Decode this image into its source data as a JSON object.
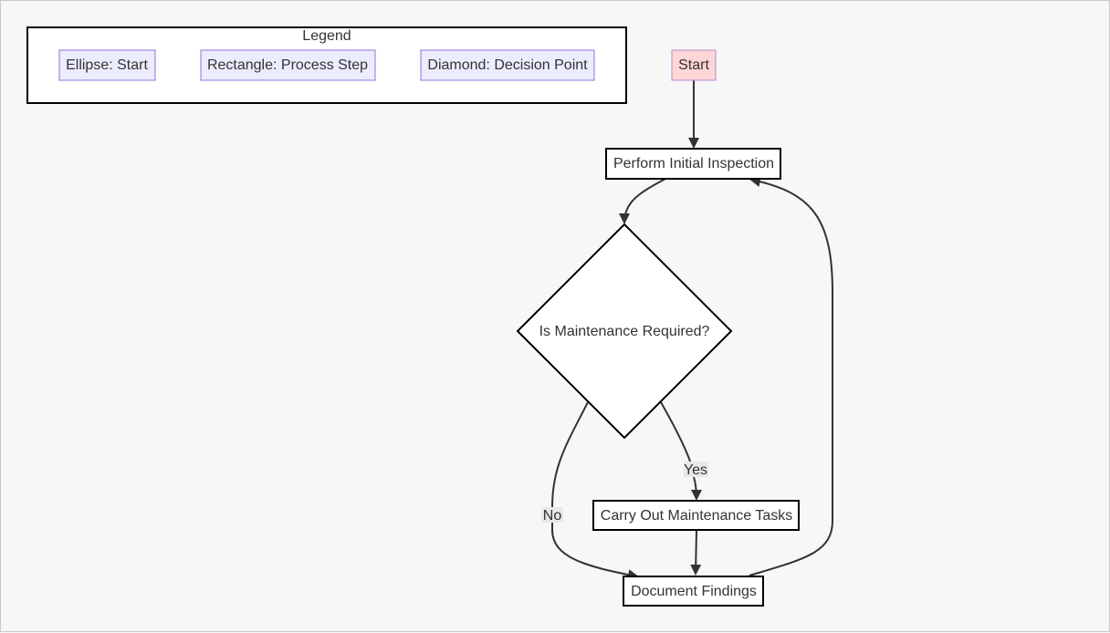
{
  "legend": {
    "title": "Legend",
    "items": [
      {
        "label": "Ellipse: Start"
      },
      {
        "label": "Rectangle: Process Step"
      },
      {
        "label": "Diamond: Decision Point"
      }
    ]
  },
  "nodes": {
    "start": {
      "label": "Start"
    },
    "inspection": {
      "label": "Perform Initial Inspection"
    },
    "decision": {
      "label": "Is Maintenance Required?"
    },
    "maintenance": {
      "label": "Carry Out Maintenance Tasks"
    },
    "document": {
      "label": "Document Findings"
    }
  },
  "edges": {
    "yes_label": "Yes",
    "no_label": "No"
  },
  "colors": {
    "start_fill": "#ffd6d6",
    "start_stroke": "#b38bd6",
    "legend_item_fill": "#ececff",
    "legend_item_stroke": "#9370db",
    "node_stroke": "#000000",
    "edge": "#333333"
  }
}
